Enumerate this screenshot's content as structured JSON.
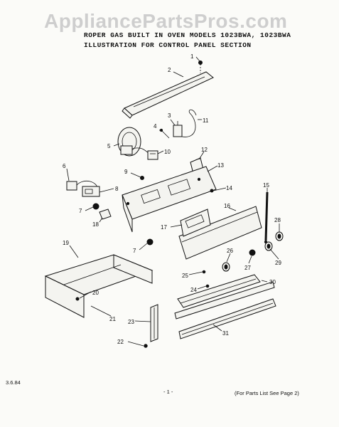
{
  "watermark": "AppliancePartsPros.com",
  "header": {
    "line1": "ROPER GAS BUILT IN OVEN MODELS 1023BWA, 1023BWA",
    "line2": "ILLUSTRATION FOR CONTROL PANEL SECTION"
  },
  "footer": {
    "date": "3.6.84",
    "page": "- 1 -",
    "note": "(For Parts List See Page 2)"
  },
  "callouts": [
    "1",
    "2",
    "3",
    "4",
    "5",
    "6",
    "7",
    "7",
    "8",
    "9",
    "10",
    "11",
    "12",
    "13",
    "14",
    "15",
    "16",
    "17",
    "18",
    "19",
    "20",
    "21",
    "22",
    "23",
    "24",
    "25",
    "26",
    "27",
    "28",
    "29",
    "30",
    "31"
  ]
}
